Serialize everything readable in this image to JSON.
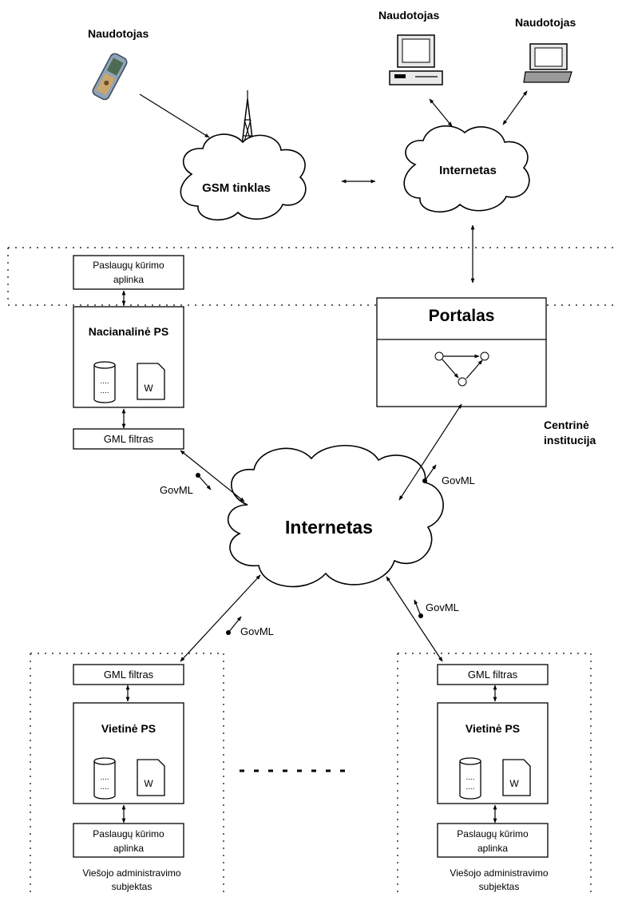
{
  "users": {
    "mobile_user": "Naudotojas",
    "pc_user_1": "Naudotojas",
    "pc_user_2": "Naudotojas"
  },
  "clouds": {
    "gsm": "GSM tinklas",
    "internet_top": "Internetas",
    "internet_main": "Internetas"
  },
  "national": {
    "service_env_line1": "Paslaugų kūrimo",
    "service_env_line2": "aplinka",
    "ps_title": "Nacianalinė PS",
    "doc_letter": "W",
    "db_dots": "....",
    "filter": "GML filtras"
  },
  "portal": {
    "title": "Portalas"
  },
  "central": {
    "line1": "Centrinė",
    "line2": "institucija"
  },
  "govml": {
    "label_left": "GovML",
    "label_right": "GovML",
    "label_bottom_left": "GovML",
    "label_bottom_right": "GovML"
  },
  "local_left": {
    "filter": "GML filtras",
    "ps_title": "Vietinė PS",
    "doc_letter": "W",
    "db_dots": "....",
    "service_env_line1": "Paslaugų kūrimo",
    "service_env_line2": "aplinka",
    "subject_line1": "Viešojo administravimo",
    "subject_line2": "subjektas"
  },
  "local_right": {
    "filter": "GML filtras",
    "ps_title": "Vietinė PS",
    "doc_letter": "W",
    "db_dots": "....",
    "service_env_line1": "Paslaugų kūrimo",
    "service_env_line2": "aplinka",
    "subject_line1": "Viešojo administravimo",
    "subject_line2": "subjektas"
  },
  "colors": {
    "line": "#000000",
    "background": "#ffffff"
  }
}
